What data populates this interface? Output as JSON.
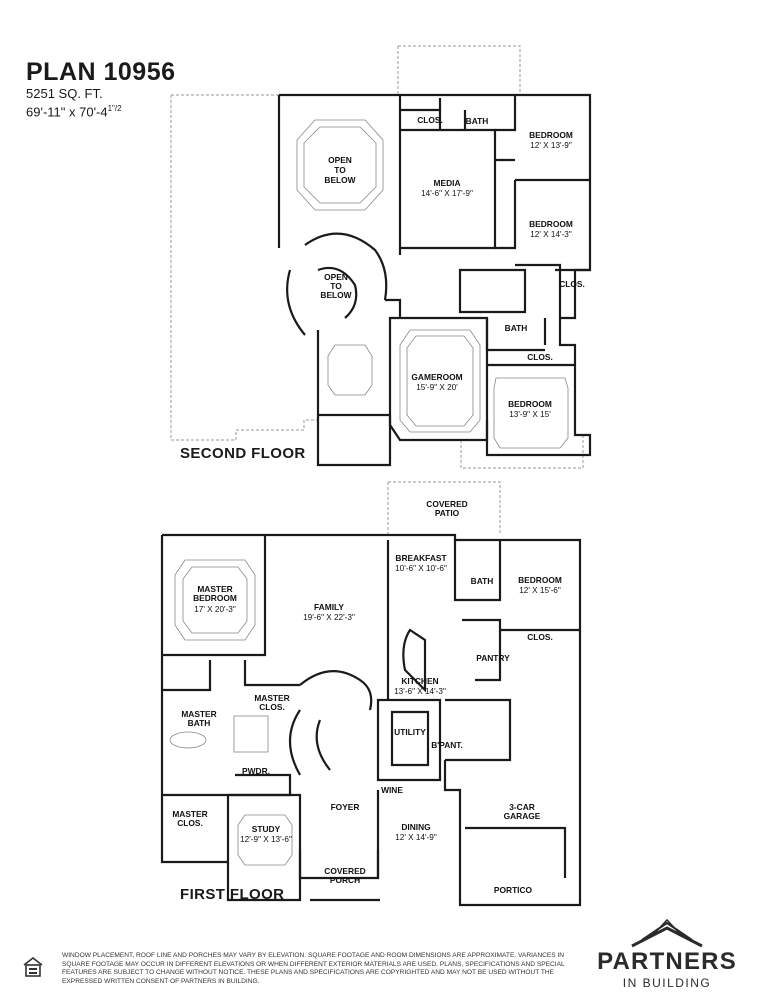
{
  "header": {
    "plan_title": "PLAN 10956",
    "sqft": "5251 SQ. FT.",
    "dimensions_main": "69'-11\" x 70'-4",
    "dimensions_fraction": "1\"/2"
  },
  "second_floor": {
    "label": "SECOND FLOOR",
    "rooms": [
      {
        "name": "OPEN",
        "line2": "TO",
        "line3": "BELOW"
      },
      {
        "name": "MEDIA",
        "size": "14'-6\" X 17'-9\""
      },
      {
        "name": "CLOS."
      },
      {
        "name": "BATH"
      },
      {
        "name": "BEDROOM",
        "size": "12' X 13'-9\""
      },
      {
        "name": "BEDROOM",
        "size": "12' X 14'-3\""
      },
      {
        "name": "OPEN",
        "line2": "TO",
        "line3": "BELOW"
      },
      {
        "name": "CLOS."
      },
      {
        "name": "BATH"
      },
      {
        "name": "CLOS."
      },
      {
        "name": "GAMEROOM",
        "size": "15'-9\" X 20'"
      },
      {
        "name": "BEDROOM",
        "size": "13'-9\" X 15'"
      }
    ]
  },
  "first_floor": {
    "label": "FIRST FLOOR",
    "rooms": [
      {
        "name": "COVERED",
        "line2": "PATIO"
      },
      {
        "name": "MASTER",
        "line2": "BEDROOM",
        "size": "17' X 20'-3\""
      },
      {
        "name": "FAMILY",
        "size": "19'-6\" X 22'-3\""
      },
      {
        "name": "BREAKFAST",
        "size": "10'-6\" X 10'-6\""
      },
      {
        "name": "BATH"
      },
      {
        "name": "BEDROOM",
        "size": "12' X 15'-6\""
      },
      {
        "name": "CLOS."
      },
      {
        "name": "PANTRY"
      },
      {
        "name": "KITCHEN",
        "size": "13'-6\" X 14'-3\""
      },
      {
        "name": "MASTER",
        "line2": "CLOS."
      },
      {
        "name": "MASTER",
        "line2": "BATH"
      },
      {
        "name": "UTILITY"
      },
      {
        "name": "B'PANT."
      },
      {
        "name": "PWDR."
      },
      {
        "name": "WINE"
      },
      {
        "name": "FOYER"
      },
      {
        "name": "MASTER",
        "line2": "CLOS."
      },
      {
        "name": "STUDY",
        "size": "12'-9\" X 13'-6\""
      },
      {
        "name": "DINING",
        "size": "12' X 14'-9\""
      },
      {
        "name": "3-CAR",
        "line2": "GARAGE"
      },
      {
        "name": "COVERED",
        "line2": "PORCH"
      },
      {
        "name": "PORTICO"
      }
    ]
  },
  "footer": {
    "disclaimer": "WINDOW PLACEMENT, ROOF LINE AND PORCHES MAY VARY BY ELEVATION.  SQUARE FOOTAGE AND ROOM DIMENSIONS ARE APPROXIMATE. VARIANCES IN SQUARE FOOTAGE MAY OCCUR IN DIFFERENT ELEVATIONS OR  WHEN DIFFERENT EXTERIOR MATERIALS ARE USED.  PLANS, SPECIFICATIONS AND SPECIAL FEATURES ARE SUBJECT TO CHANGE WITHOUT NOTICE.  THESE PLANS AND SPECIFICATIONS ARE COPYRIGHTED AND MAY NOT BE USED  WITHOUT THE EXPRESSED WRITTEN CONSENT OF PARTNERS IN BUILDING.",
    "brand_name": "PARTNERS",
    "brand_sub": "IN BUILDING",
    "eho_logo": "equal-housing-opportunity-icon"
  },
  "colors": {
    "wall": "#1a1a1a",
    "dashed": "#9a9a9a",
    "brand": "#2b2b2b"
  }
}
